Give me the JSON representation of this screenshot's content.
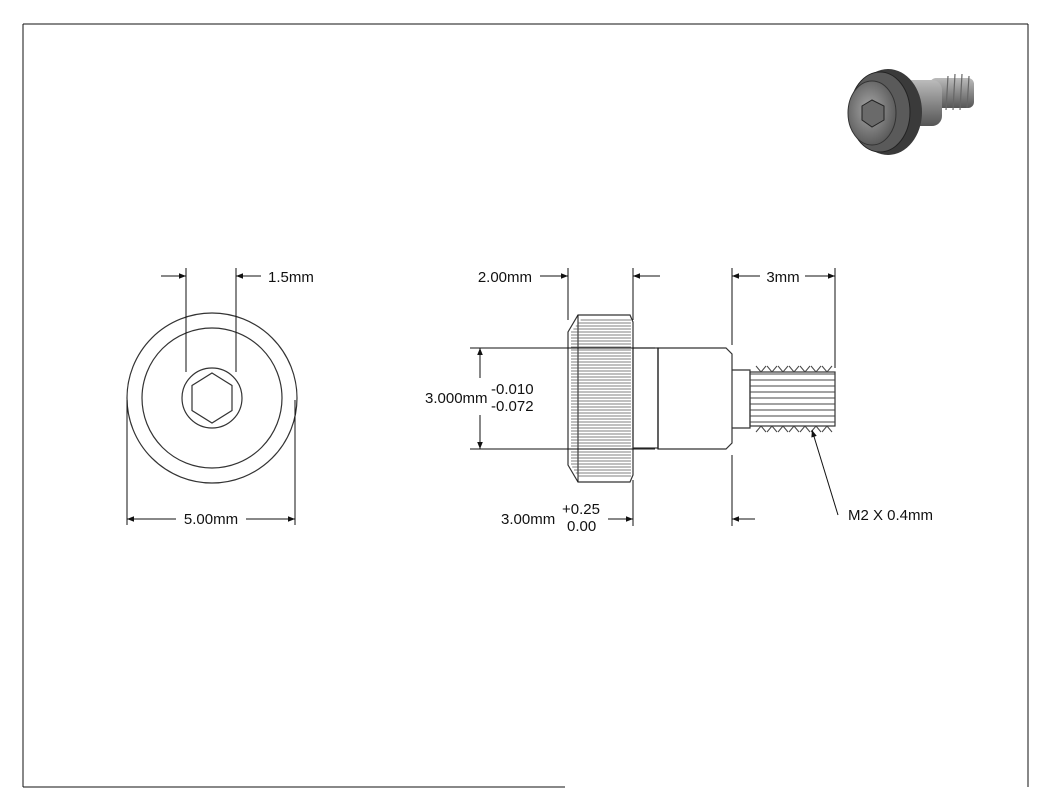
{
  "drawing": {
    "labels": {
      "hex_size": "1.5mm",
      "head_diameter": "5.00mm",
      "head_height": "2.00mm",
      "thread_length": "3mm",
      "shoulder_diameter": "3.000mm",
      "shoulder_diameter_tol_upper": "-0.010",
      "shoulder_diameter_tol_lower": "-0.072",
      "shoulder_length": "3.00mm",
      "shoulder_length_tol_upper": "+0.25",
      "shoulder_length_tol_lower": "0.00",
      "thread_callout": "M2 X 0.4mm"
    },
    "icons": {
      "iso_view": "shoulder-screw-isometric-icon"
    }
  }
}
